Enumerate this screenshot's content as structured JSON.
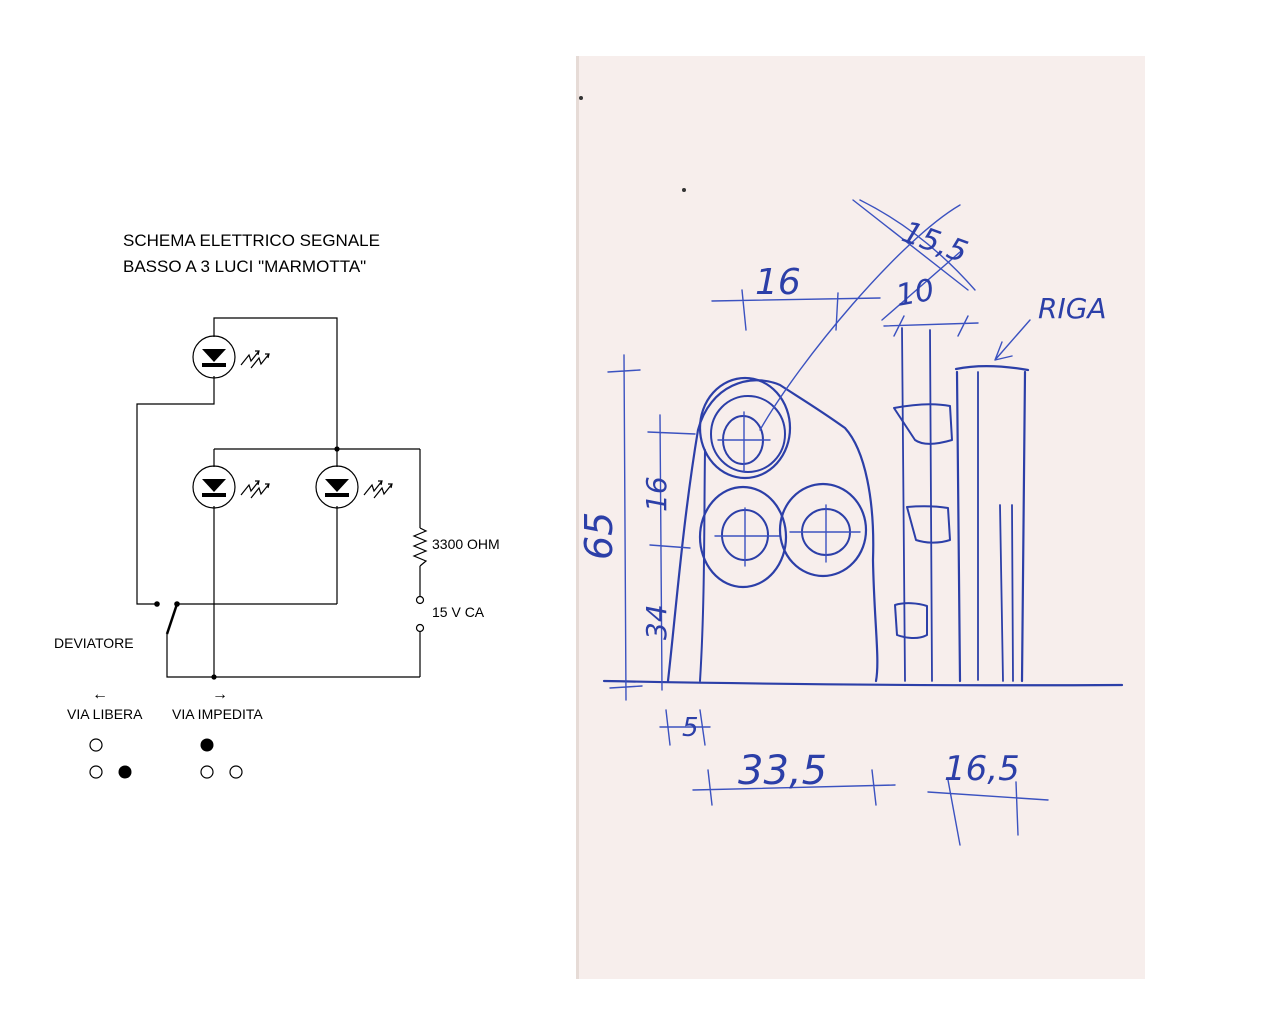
{
  "schematic": {
    "title_line1": "SCHEMA ELETTRICO SEGNALE",
    "title_line2": "BASSO A 3 LUCI \"MARMOTTA\"",
    "resistor_label": "3300 OHM",
    "supply_label": "15 V CA",
    "switch_label": "DEVIATORE",
    "left_arrow": "←",
    "right_arrow": "→",
    "via_libera": "VIA LIBERA",
    "via_impedita": "VIA IMPEDITA"
  },
  "sketch": {
    "dim_top_right_crossed": "15,5",
    "dim_top_right": "10",
    "dim_top_left": "16",
    "label_riga": "RIGA",
    "dim_height_total": "65",
    "dim_upper": "16",
    "dim_lower": "34",
    "dim_base_offset": "5",
    "dim_base_width": "33,5",
    "dim_side_width": "16,5"
  },
  "colors": {
    "ink": "#2c3fa8",
    "paper": "#f7eeec"
  }
}
